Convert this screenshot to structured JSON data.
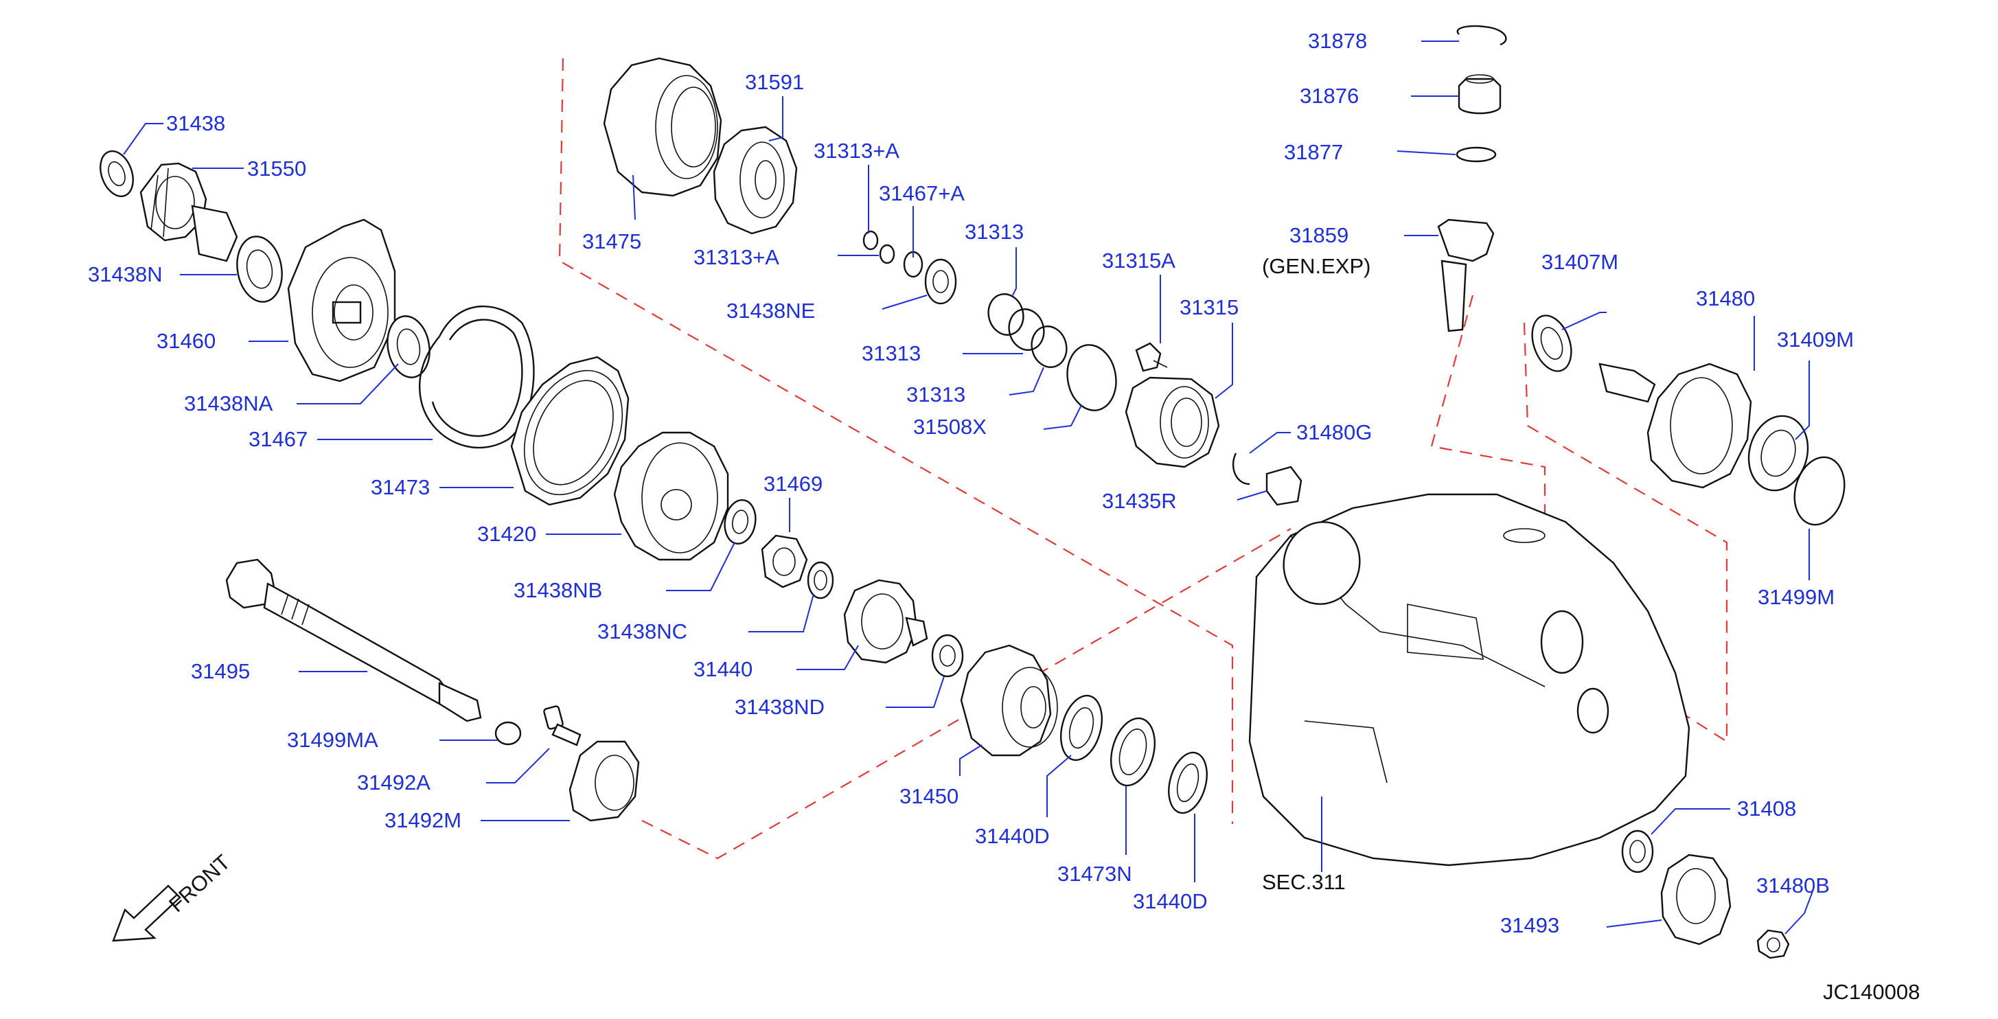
{
  "diagram": {
    "ref_code": "JC140008",
    "front_label": "FRONT",
    "gen_exp_label": "(GEN.EXP)",
    "sec_label": "SEC.311",
    "part_numbers": {
      "p31438": "31438",
      "p31550": "31550",
      "p31438N": "31438N",
      "p31460": "31460",
      "p31438NA": "31438NA",
      "p31467": "31467",
      "p31473": "31473",
      "p31420": "31420",
      "p31438NB": "31438NB",
      "p31469": "31469",
      "p31438NC": "31438NC",
      "p31440": "31440",
      "p31438ND": "31438ND",
      "p31495": "31495",
      "p31499MA": "31499MA",
      "p31492A": "31492A",
      "p31492M": "31492M",
      "p31591": "31591",
      "p31475": "31475",
      "p31313A_top": "31313+A",
      "p31467A": "31467+A",
      "p31313A_bottom": "31313+A",
      "p31438NE": "31438NE",
      "p31313_top": "31313",
      "p31313_mid": "31313",
      "p31313_low": "31313",
      "p31315A": "31315A",
      "p31315": "31315",
      "p31508X": "31508X",
      "p31480G": "31480G",
      "p31435R": "31435R",
      "p31450": "31450",
      "p31440D_top": "31440D",
      "p31473N": "31473N",
      "p31440D_bottom": "31440D",
      "p31878": "31878",
      "p31876": "31876",
      "p31877": "31877",
      "p31859": "31859",
      "p31407M": "31407M",
      "p31480": "31480",
      "p31409M": "31409M",
      "p31499M": "31499M",
      "p31408": "31408",
      "p31480B": "31480B",
      "p31493": "31493"
    },
    "colors": {
      "label": "#1f2fd6",
      "line": "#111111",
      "dashed_boundary": "#e23a3a",
      "background": "#ffffff"
    }
  }
}
